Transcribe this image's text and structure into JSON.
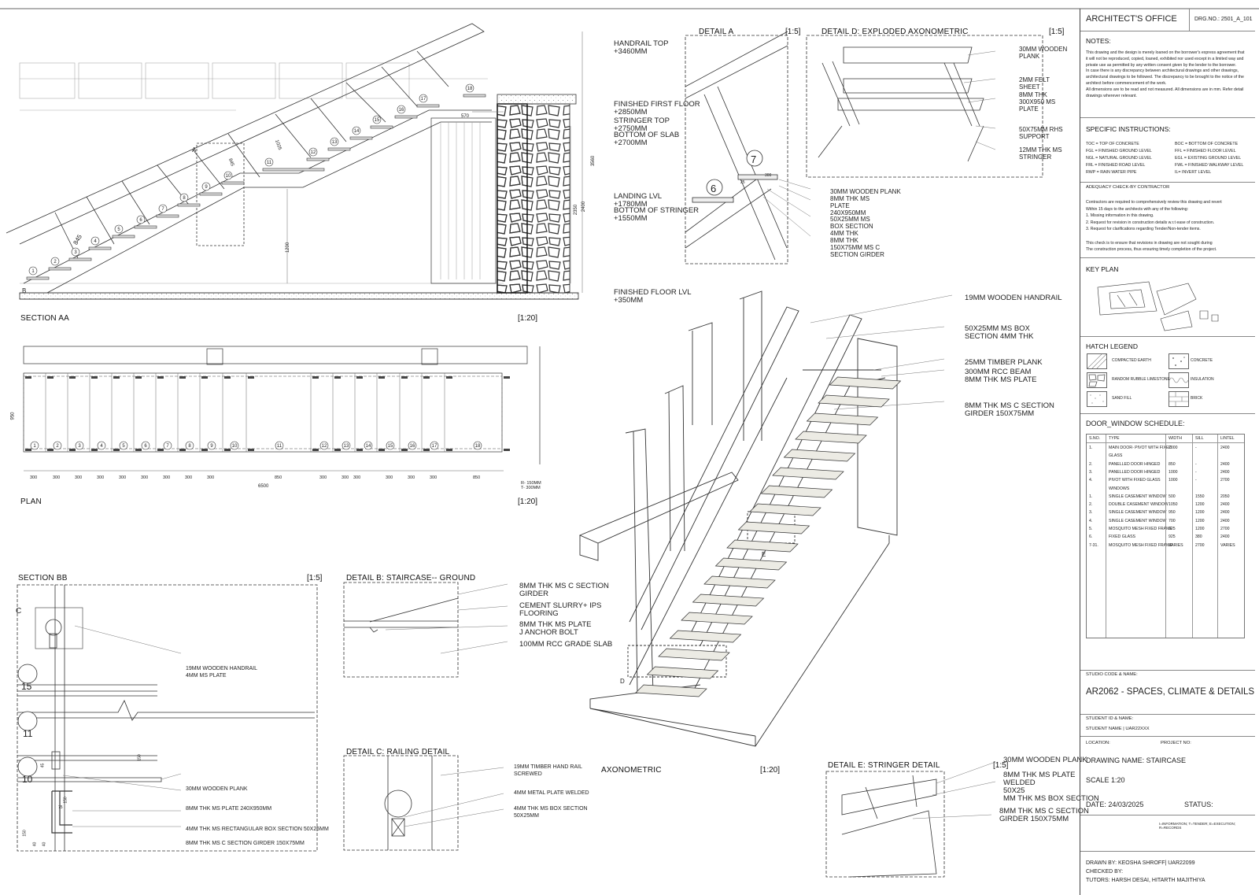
{
  "section_aa": {
    "title": "SECTION AA",
    "scale": "[1:20]",
    "levels": [
      "HANDRAIL TOP\n+3460MM",
      "FINISHED FIRST FLOOR\n+2850MM",
      "STRINGER TOP\n+2750MM",
      "BOTTOM OF SLAB\n+2700MM",
      "LANDING LVL\n+1780MM",
      "BOTTOM OF STRINGER\n+1550MM",
      "FINISHED FLOOR LVL\n+350MM"
    ],
    "markers": [
      "A",
      "B"
    ],
    "dims": [
      "570",
      "1025",
      "845",
      "845",
      "1200",
      "3560",
      "2350",
      "2400"
    ],
    "steps": [
      "1",
      "2",
      "3",
      "4",
      "5",
      "6",
      "7",
      "8",
      "9",
      "10",
      "11",
      "12",
      "13",
      "14",
      "15",
      "16",
      "17",
      "18"
    ]
  },
  "plan": {
    "title": "PLAN",
    "scale": "[1:20]",
    "steps": [
      "1",
      "2",
      "3",
      "4",
      "5",
      "6",
      "7",
      "8",
      "9",
      "10",
      "11",
      "12",
      "13",
      "14",
      "15",
      "16",
      "17",
      "18"
    ],
    "dims": [
      "300",
      "300",
      "300",
      "300",
      "300",
      "300",
      "300",
      "300",
      "300",
      "850",
      "300",
      "300",
      "300",
      "300",
      "300",
      "300",
      "850"
    ],
    "total": "6500",
    "side_dim": "950",
    "riser_note": "R- 150MM\nT- 300MM"
  },
  "detail_a": {
    "title": "DETAIL A",
    "scale": "[1:5]",
    "markers": [
      "6",
      "7"
    ],
    "dims": [
      "300",
      "25"
    ],
    "labels": [
      "30MM WOODEN PLANK",
      "8MM THK MS\nPLATE\n240X950MM",
      "50X25MM MS\nBOX SECTION\n4MM THK",
      "8MM THK\n150X75MM MS C\nSECTION GIRDER"
    ]
  },
  "detail_d": {
    "title": "DETAIL D: EXPLODED AXONOMETRIC",
    "scale": "[1:5]",
    "labels": [
      "30MM WOODEN\nPLANK",
      "2MM FELT\nSHEET",
      "8MM THK\n300X950 MS\nPLATE",
      "50X75MM RHS\nSUPPORT",
      "12MM THK MS\nSTRINGER"
    ]
  },
  "axonometric": {
    "title": "AXONOMETRIC",
    "scale": "[1:20]",
    "markers": [
      "D",
      "E"
    ],
    "labels": [
      "19MM WOODEN HANDRAIL",
      "50X25MM MS BOX\nSECTION 4MM THK",
      "25MM TIMBER PLANK",
      "300MM RCC BEAM\n8MM THK MS PLATE",
      "8MM THK MS C SECTION\nGIRDER 150X75MM"
    ]
  },
  "section_bb": {
    "title": "SECTION BB",
    "scale": "[1:5]",
    "marker": "C",
    "steps": [
      "15",
      "11",
      "10"
    ],
    "dims": [
      "150",
      "45",
      "150",
      "75",
      "40",
      "40",
      "150"
    ],
    "labels": [
      "19MM WOODEN HANDRAIL\n4MM MS PLATE",
      "30MM WOODEN PLANK",
      "8MM THK MS PLATE 240X950MM",
      "4MM THK MS RECTANGULAR BOX SECTION 50X25MM",
      "8MM THK MS C SECTION GIRDER 150X75MM"
    ]
  },
  "detail_b": {
    "title": "DETAIL B: STAIRCASE-- GROUND",
    "labels": [
      "8MM THK MS C SECTION\nGIRDER",
      "CEMENT SLURRY+ IPS\nFLOORING",
      "8MM THK MS PLATE\nJ ANCHOR BOLT",
      "100MM RCC GRADE SLAB"
    ]
  },
  "detail_c": {
    "title": "DETAIL C: RAILING DETAIL",
    "labels": [
      "19MM TIMBER HAND RAIL\nSCREWED",
      "4MM METAL PLATE WELDED",
      "4MM THK MS BOX SECTION\n50X25MM"
    ]
  },
  "detail_e": {
    "title": "DETAIL E: STRINGER DETAIL",
    "scale": "[1:5]",
    "labels": [
      "30MM WOODEN PLANK",
      "8MM THK MS PLATE\nWELDED\n50X25\nMM THK MS BOX SECTION",
      "8MM THK MS C SECTION\nGIRDER 150X75MM"
    ]
  },
  "title_block": {
    "office": "ARCHITECT'S OFFICE",
    "drg_no": "DRG.NO.: 2501_A_101",
    "notes_head": "NOTES:",
    "notes": [
      "This drawing and the design is merely loaned on the borrower's express agreement that",
      "it will not be reproduced, copied, loaned, exhibited nor used except in a limited way and",
      "private use as permitted by any written consent given by the lender to the borrower.",
      "In case there is any discrepancy between architectural drawings and other drawings,",
      "architectural drawings to be followed.  The discrepancy to be brought to the notice of the",
      "architect before commencement of the work.",
      "All dimensions are to be read and not measured. All dimensions are in mm. Refer detail",
      "drawings wherever relevant."
    ],
    "spec_head": "SPECIFIC INSTRUCTIONS:",
    "abbr_left": [
      "TOC   = TOP OF CONCRETE",
      "FGL   = FINISHED GROUND LEVEL",
      "NGL   = NATURAL GROUND LEVEL",
      "FRL   = FINISHED ROAD LEVEL",
      "RWP  = RAIN WATER PIPE"
    ],
    "abbr_right": [
      "BOC  = BOTTOM OF CONCRETE",
      "FFL   = FINISHED FLOOR LEVEL",
      "EGL = EXISTING GROUND LEVEL",
      "FWL = FINISHED WALKWAY LEVEL",
      "IL= INVERT LEVEL"
    ],
    "adequacy_head": "ADEQUACY CHECK-BY CONTRACTOR",
    "adequacy": [
      "Contractors are required to comprehensively review this drawing and revert",
      "Within 15 days to the architects with any of the following:",
      "1.    Missing information in this drawing.",
      "2.    Request for revision in construction details w.r.t ease of construction.",
      "3.    Request for clarifications regarding Tender/Non-tender items.",
      "",
      "This check is to ensure that revisions in drawing are not sought during",
      "The construction process, thus ensuring timely completion of the project."
    ],
    "key_plan": "KEY PLAN",
    "hatch_head": "HATCH LEGEND",
    "hatches": [
      "COMPACTED EARTH",
      "CONCRETE",
      "RANDOM RUBBLE LIMESTONE",
      "INSULATION",
      "SAND FILL",
      "BRICK"
    ],
    "sched_head": "DOOR_WINDOW SCHEDULE:",
    "sched_cols": [
      "S.NO.",
      "TYPE",
      "WIDTH",
      "SILL",
      "LINTEL"
    ],
    "sched_rows": [
      [
        "1.",
        "MAIN DOOR- PIVOT WITH FIXED",
        "2000",
        "-",
        "2400"
      ],
      [
        "",
        "GLASS",
        "",
        "",
        ""
      ],
      [
        "2.",
        "PANELLED DOOR HINGED",
        "850",
        "-",
        "2400"
      ],
      [
        "3.",
        "PANELLED DOOR HINGED",
        "1000",
        "-",
        "2400"
      ],
      [
        "4.",
        "PIVOT WITH FIXED GLASS",
        "1000",
        "-",
        "2700"
      ],
      [
        "",
        "WINDOWS",
        "",
        "",
        ""
      ],
      [
        "1.",
        "SINGLE CASEMENT WINDOW",
        "500",
        "1550",
        "2050"
      ],
      [
        "2.",
        "DOUBLE CASEMENT WINDOW",
        "1050",
        "1200",
        "2400"
      ],
      [
        "3.",
        "SINGLE CASEMENT WINDOW",
        "950",
        "1200",
        "2400"
      ],
      [
        "4.",
        "SINGLE CASEMENT WINDOW",
        "700",
        "1200",
        "2400"
      ],
      [
        "5.",
        "MOSQUITO MESH FIXED FRAME",
        "925",
        "1200",
        "2700"
      ],
      [
        "6.",
        "FIXED GLASS",
        "925",
        "380",
        "2400"
      ],
      [
        "7-31.",
        "MOSQUITO MESH FIXED FRAME",
        "VARIES",
        "2700",
        "VARIES"
      ]
    ],
    "studio_label": "STUDIO CODE & NAME:",
    "studio": "AR2062 - SPACES, CLIMATE & DETAILS",
    "student_label": "STUDENT ID & NAME:",
    "student": "STUDENT NAME | UAR22XXX",
    "location": "LOCATION:",
    "project": "PROJECT NO:",
    "drawing_name": "DRAWING NAME: STAIRCASE",
    "scale": "SCALE  1:20",
    "date": "DATE: 24/03/2025",
    "status": "STATUS:",
    "status_opts": "I=INFORMATION; T=TENDER; E=EXECUTION; R=RECORDS",
    "drawn": "DRAWN BY: KEOSHA SHROFF| UAR22099",
    "checked": "CHECKED BY:",
    "tutors": "TUTORS: HARSH DESAI, HITARTH MAJITHIYA"
  }
}
